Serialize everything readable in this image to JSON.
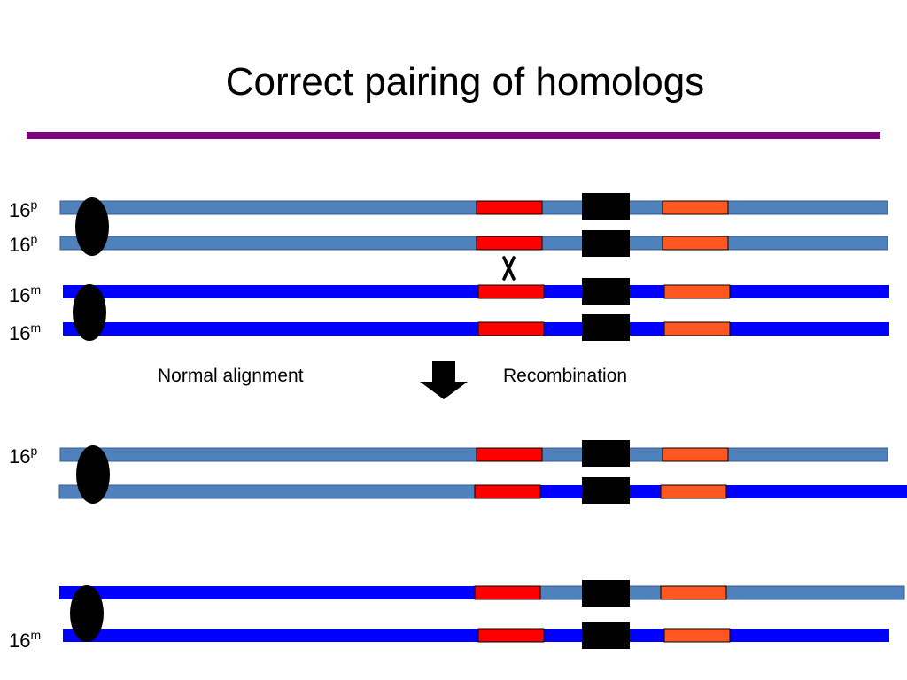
{
  "slide": {
    "title": "Correct pairing of homologs"
  },
  "colors": {
    "title_rule": "#800080",
    "paternal": "#4f81bd",
    "maternal": "#0000ff",
    "outline": "#385d8a",
    "segment_red": "#ff0000",
    "segment_orange": "#ff5722",
    "block": "#000000",
    "centromere": "#000000"
  },
  "labels": {
    "paternal": {
      "base": "16",
      "sup": "p"
    },
    "maternal": {
      "base": "16",
      "sup": "m"
    }
  },
  "captions": {
    "normal": "Normal alignment",
    "recombination": "Recombination",
    "crossover_mark": "X"
  },
  "icons": {
    "arrow": "down-arrow-icon",
    "crossover": "crossover-x-icon"
  }
}
